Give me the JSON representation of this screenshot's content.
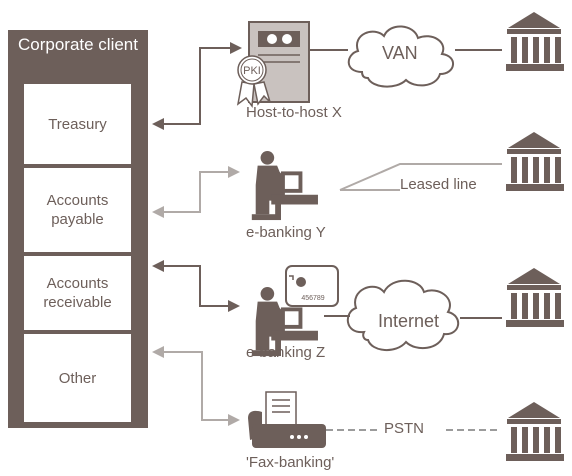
{
  "client": {
    "title": "Corporate client",
    "sections": [
      "Treasury",
      "Accounts payable",
      "Accounts receivable",
      "Other"
    ]
  },
  "channels": [
    {
      "label": "Host-to-host X",
      "link": "VAN",
      "link_type": "cloud",
      "badge": "PKI"
    },
    {
      "label": "e-banking Y",
      "link": "Leased line",
      "link_type": "line"
    },
    {
      "label": "e-banking Z",
      "link": "Internet",
      "link_type": "cloud",
      "card_number": "456789"
    },
    {
      "label": "'Fax-banking'",
      "link": "PSTN",
      "link_type": "dashed"
    }
  ],
  "colors": {
    "brown": "#6d5f5a",
    "gray": "#9b9b9b",
    "light_gray": "#b0aaa7"
  }
}
